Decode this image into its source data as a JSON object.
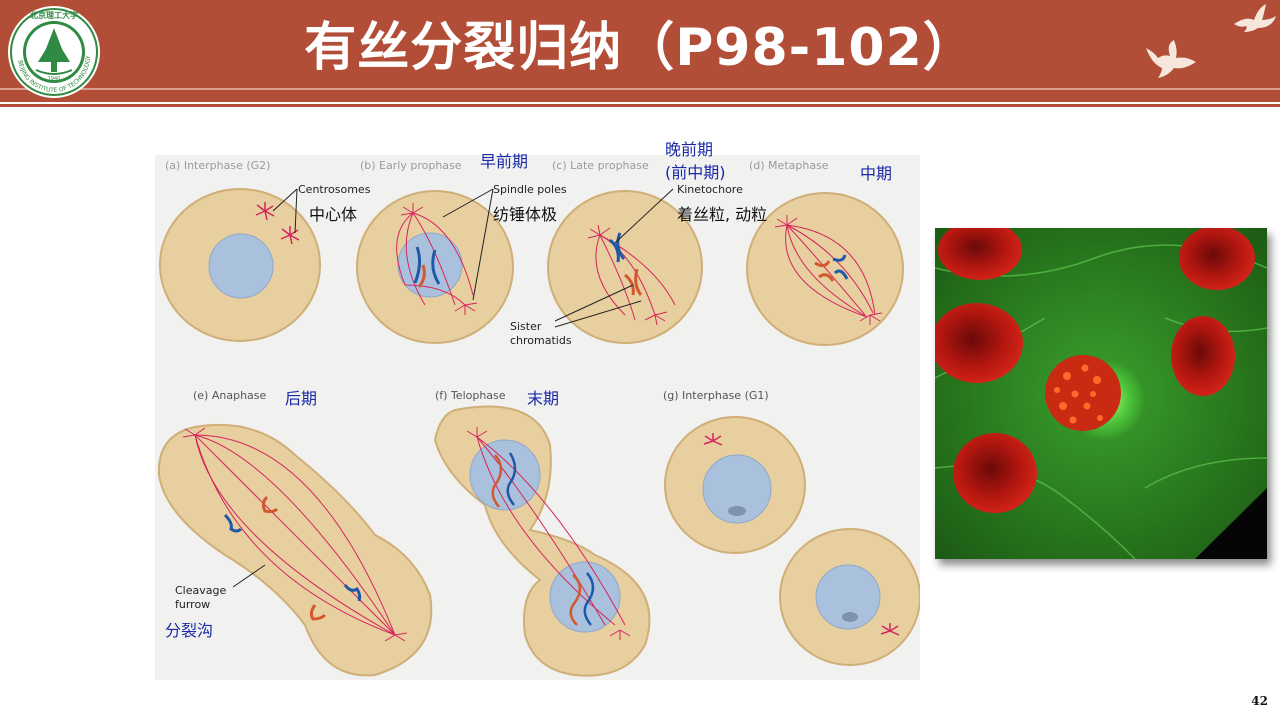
{
  "slide": {
    "title": "有丝分裂归纳（P98-102）",
    "page_number": "42"
  },
  "logo": {
    "name": "Beijing Institute of Technology",
    "ring_text": "BEIJING INSTITUTE OF TECHNOLOGY",
    "year": "1940"
  },
  "figure": {
    "phases": {
      "a": "(a) Interphase (G2)",
      "b": "(b) Early prophase",
      "c": "(c) Late prophase",
      "d": "(d) Metaphase",
      "e": "(e) Anaphase",
      "f": "(f) Telophase",
      "g": "(g) Interphase (G1)"
    },
    "phases_cn": {
      "b": "早前期",
      "c_line1": "晚前期",
      "c_line2": "(前中期)",
      "d": "中期",
      "e": "后期",
      "f": "末期"
    },
    "labels": {
      "centrosomes": "Centrosomes",
      "centrosomes_cn": "中心体",
      "spindle_poles": "Spindle poles",
      "spindle_poles_cn": "纺锤体极",
      "kinetochore": "Kinetochore",
      "kinetochore_cn": "着丝粒, 动粒",
      "sister_line1": "Sister",
      "sister_line2": "chromatids",
      "cleavage_line1": "Cleavage",
      "cleavage_line2": "furrow",
      "cleavage_cn": "分裂沟"
    }
  },
  "colors": {
    "header": "#b24e37",
    "cell": "#e8cfa0",
    "nucleus": "#a9c1dc",
    "spindle": "#d6245d",
    "chromatid_blue": "#1f58a8",
    "chromatid_red": "#d2582f",
    "cn_label": "#1a2aa8"
  }
}
